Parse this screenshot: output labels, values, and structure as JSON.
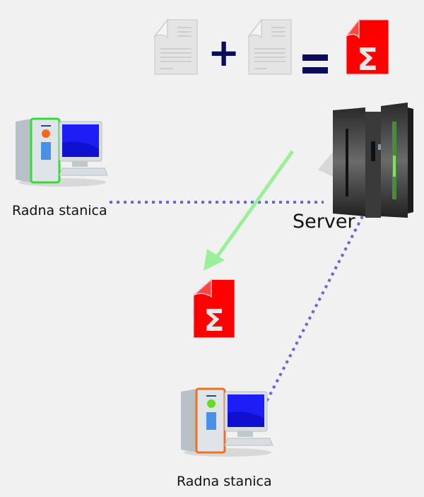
{
  "formula": {
    "operand_1_icon": "document-icon",
    "operator_plus": "+",
    "operand_2_icon": "document-icon",
    "operator_equals": "=",
    "result_icon": "sigma-document-icon",
    "result_symbol": "Σ"
  },
  "nodes": {
    "workstation_top": {
      "label": "Radna stanica",
      "icon": "workstation-icon",
      "accent": "#22dd22"
    },
    "server": {
      "label": "Server",
      "icon": "server-icon"
    },
    "workstation_bottom": {
      "label": "Radna stanica",
      "icon": "workstation-icon",
      "accent": "#ee6611"
    }
  },
  "transfer_document": {
    "icon": "sigma-document-icon",
    "symbol": "Σ"
  },
  "colors": {
    "background": "#f1f1f1",
    "connection": "#6666dd",
    "arrow": "#99f099",
    "sigma_doc": "#ff0000",
    "operator": "#0a0a5e"
  }
}
